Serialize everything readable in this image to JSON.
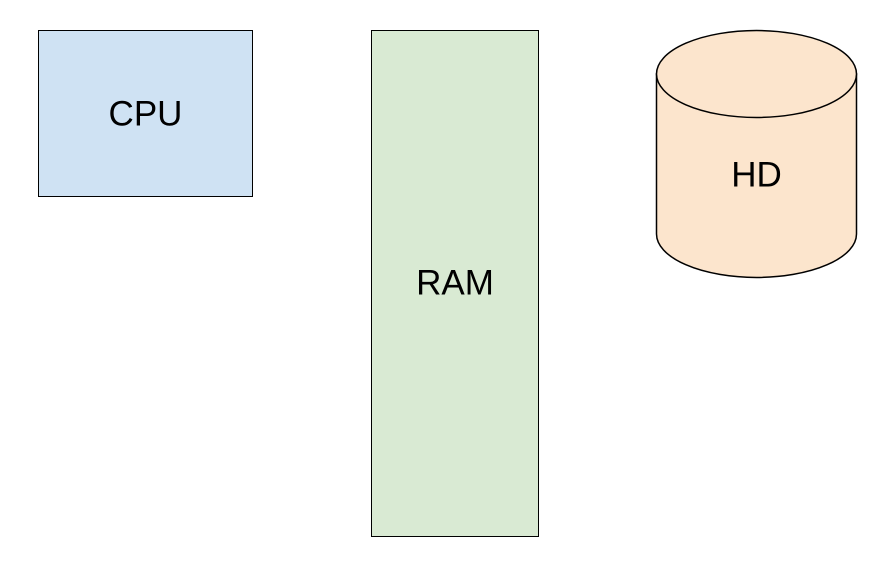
{
  "diagram": {
    "nodes": [
      {
        "id": "cpu",
        "label": "CPU",
        "shape": "rectangle",
        "fill": "#cfe2f3",
        "stroke": "#000000"
      },
      {
        "id": "ram",
        "label": "RAM",
        "shape": "rectangle",
        "fill": "#d9ead3",
        "stroke": "#000000"
      },
      {
        "id": "hd",
        "label": "HD",
        "shape": "cylinder",
        "fill": "#fce5cd",
        "stroke": "#000000"
      }
    ]
  }
}
